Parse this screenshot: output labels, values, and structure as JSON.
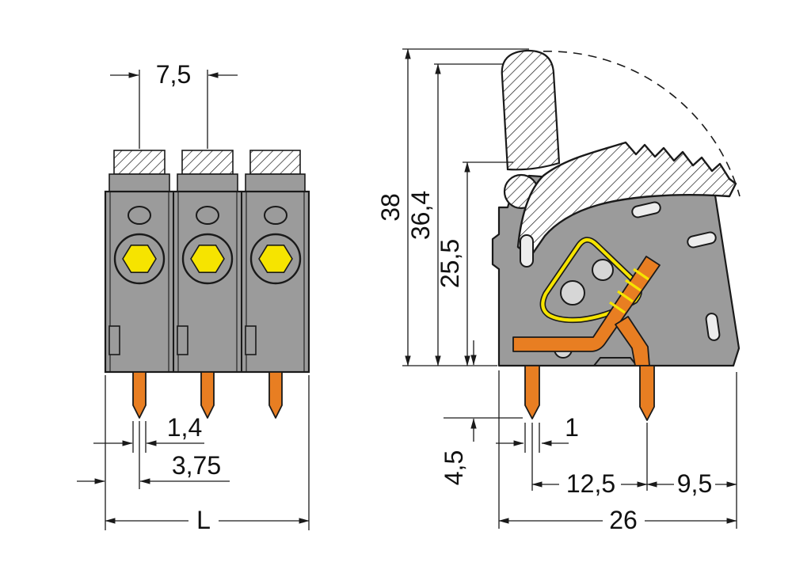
{
  "drawing": {
    "title": "terminal-block-dimensional-drawing",
    "front_view": {
      "dims": {
        "pitch": "7,5",
        "pin_width": "1,4",
        "pin_offset": "3,75",
        "total_width": "L"
      }
    },
    "side_view": {
      "dims": {
        "total_height": "38",
        "open_height": "36,4",
        "body_height": "25,5",
        "pin_length": "4,5",
        "pin_width": "1",
        "pin_spacing": "12,5",
        "pin_to_edge": "9,5",
        "depth": "26"
      }
    },
    "colors": {
      "body_gray": "#9b9b9b",
      "accent_yellow": "#f6e400",
      "conductor_orange": "#e87e22",
      "outline_black": "#1a1a1a"
    }
  }
}
